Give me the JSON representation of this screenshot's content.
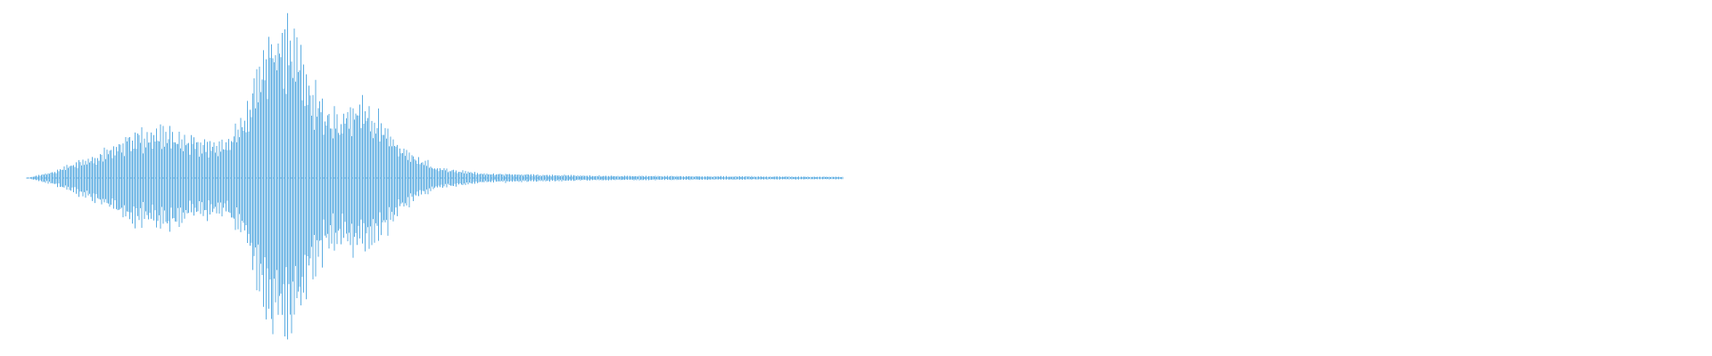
{
  "waveform": {
    "color": "#5DADE2",
    "background": "#ffffff",
    "envelope_peaks": [
      {
        "t": 0.0,
        "amp": 0.0
      },
      {
        "t": 0.03,
        "amp": 0.04
      },
      {
        "t": 0.08,
        "amp": 0.14
      },
      {
        "t": 0.13,
        "amp": 0.28
      },
      {
        "t": 0.17,
        "amp": 0.32
      },
      {
        "t": 0.21,
        "amp": 0.26
      },
      {
        "t": 0.24,
        "amp": 0.22
      },
      {
        "t": 0.265,
        "amp": 0.38
      },
      {
        "t": 0.285,
        "amp": 0.75
      },
      {
        "t": 0.305,
        "amp": 0.98
      },
      {
        "t": 0.33,
        "amp": 0.88
      },
      {
        "t": 0.35,
        "amp": 0.6
      },
      {
        "t": 0.375,
        "amp": 0.4
      },
      {
        "t": 0.405,
        "amp": 0.5
      },
      {
        "t": 0.43,
        "amp": 0.42
      },
      {
        "t": 0.46,
        "amp": 0.2
      },
      {
        "t": 0.5,
        "amp": 0.07
      },
      {
        "t": 0.56,
        "amp": 0.03
      },
      {
        "t": 0.7,
        "amp": 0.015
      },
      {
        "t": 1.0,
        "amp": 0.008
      }
    ]
  }
}
